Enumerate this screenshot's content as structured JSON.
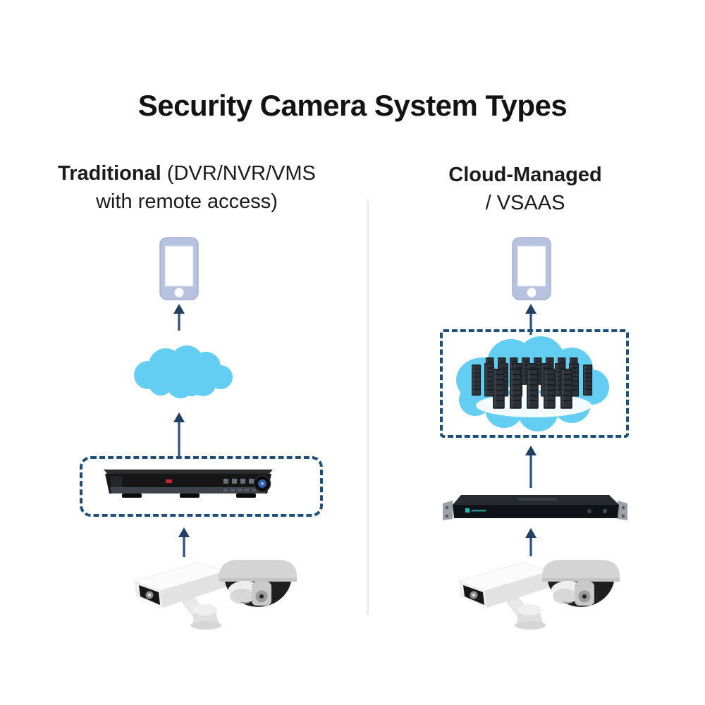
{
  "title": "Security Camera System Types",
  "left_column": {
    "heading": {
      "bold": "Traditional",
      "regular": " (DVR/NVR/VMS",
      "line2": "with remote access)"
    },
    "flow_nodes": [
      "security-cameras",
      "dvr-nvr-recorder",
      "internet-cloud",
      "smartphone"
    ]
  },
  "right_column": {
    "heading": {
      "bold": "Cloud-Managed",
      "line2": "/ VSAAS"
    },
    "flow_nodes": [
      "security-cameras",
      "rack-bridge-appliance",
      "cloud-datacenter",
      "smartphone"
    ]
  },
  "colors": {
    "cloud_blue": "#63CDF2",
    "arrow_navy": "#2C4F7C",
    "dashed_border_navy": "#1F4E79",
    "phone_body_blue": "#B7C2DF",
    "divider_gray": "#E9ECF0",
    "dvr_led_red": "#C0272D",
    "dvr_knob_blue": "#2F5FA8",
    "server_logo_teal": "#2AB5B0"
  }
}
